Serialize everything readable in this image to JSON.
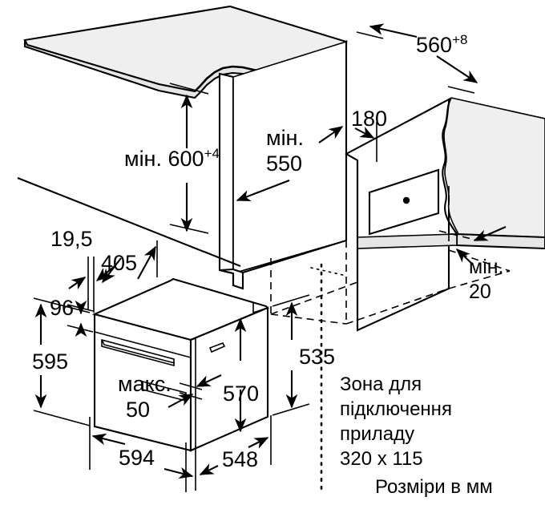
{
  "figure": {
    "title": "Installation dimensions diagram for built-in oven",
    "units_note": "Розміри в мм",
    "connection_zone_note": {
      "line1": "Зона для",
      "line2": "підключення",
      "line3": "приладу",
      "line4": "320 x 115"
    }
  },
  "colors": {
    "line": "#000000",
    "worktop_fill": "#efefef",
    "panel_fill": "#e6e6e6",
    "background": "#ffffff"
  },
  "dimensions": {
    "niche_depth": {
      "value": "560",
      "tolerance": "+8",
      "prefix": ""
    },
    "niche_height": {
      "value": "600",
      "tolerance": "+4",
      "prefix": "мін."
    },
    "niche_width": {
      "value": "550",
      "tolerance": "",
      "prefix": "мін."
    },
    "rear_gap": {
      "value": "180",
      "tolerance": "",
      "prefix": ""
    },
    "rear_clearance": {
      "value": "20",
      "tolerance": "",
      "prefix": "мін."
    },
    "front_panel_thickness": {
      "value": "19,5",
      "tolerance": "",
      "prefix": ""
    },
    "control_panel_width": {
      "value": "405",
      "tolerance": "",
      "prefix": ""
    },
    "control_panel_height": {
      "value": "96",
      "tolerance": "",
      "prefix": ""
    },
    "appliance_height": {
      "value": "595",
      "tolerance": "",
      "prefix": ""
    },
    "body_height": {
      "value": "535",
      "tolerance": "",
      "prefix": ""
    },
    "body_depth": {
      "value": "570",
      "tolerance": "",
      "prefix": ""
    },
    "appliance_width": {
      "value": "594",
      "tolerance": "",
      "prefix": ""
    },
    "appliance_depth": {
      "value": "548",
      "tolerance": "",
      "prefix": ""
    },
    "door_overhang": {
      "value": "50",
      "tolerance": "",
      "prefix": "макс."
    }
  },
  "labels": {
    "d560": "560",
    "d560_sup": "+8",
    "min_prefix": "мін.",
    "d600": "600",
    "d600_sup": "+4",
    "d550": "550",
    "d180": "180",
    "d20": "20",
    "d195": "19,5",
    "d405": "405",
    "d96": "96",
    "d595": "595",
    "d535": "535",
    "d570": "570",
    "d594": "594",
    "d548": "548",
    "max_prefix": "макс.",
    "d50": "50"
  }
}
